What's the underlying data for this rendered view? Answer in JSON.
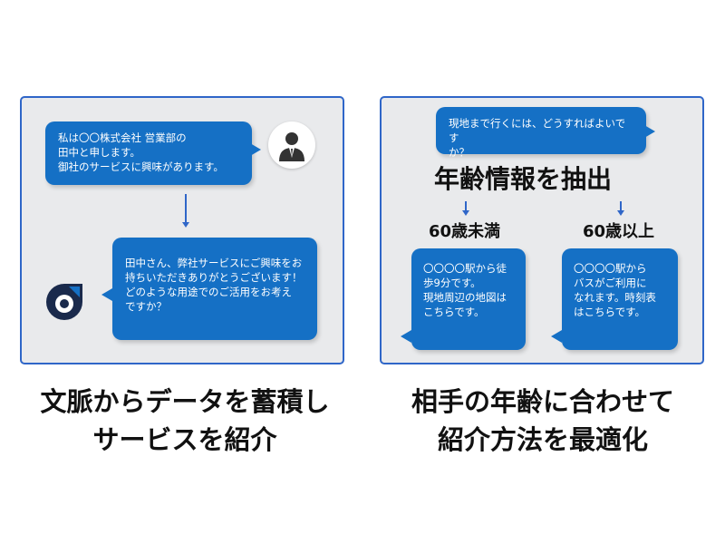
{
  "left": {
    "bubble1": "私は〇〇株式会社 営業部の\n田中と申します。\n御社のサービスに興味があります。",
    "bubble2": "田中さん、弊社サービスにご興味をお\n持ちいただきありがとうございます！\nどのような用途でのご活用をお考え\nですか？",
    "caption": "文脈からデータを蓄積し\nサービスを紹介"
  },
  "right": {
    "question": "現地まで行くには、どうすればよいです\nか？",
    "heading": "年齢情報を抽出",
    "under60_label": "60歳未満",
    "over60_label": "60歳以上",
    "under60_reply": "〇〇〇〇駅から徒\n歩9分です。\n現地周辺の地図は\nこちらです。",
    "over60_reply": "〇〇〇〇駅から\nバスがご利用に\nなれます。時刻表\nはこちらです。",
    "caption": "相手の年齢に合わせて\n紹介方法を最適化"
  },
  "colors": {
    "bubble": "#1570c5",
    "border": "#2f66c8",
    "panel_bg": "#e9eaec"
  }
}
